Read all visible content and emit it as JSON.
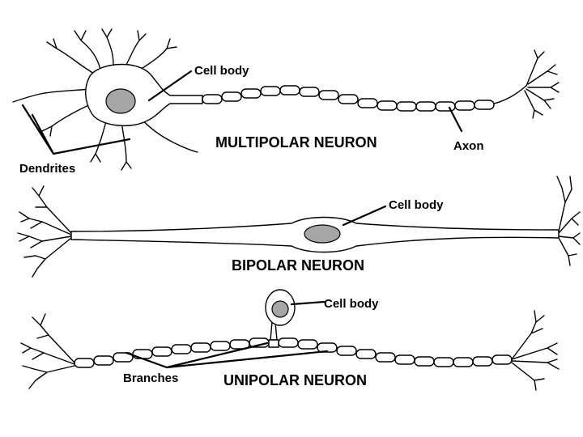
{
  "multipolar": {
    "title": "MULTIPOLAR NEURON",
    "cell_body_label": "Cell body",
    "axon_label": "Axon",
    "dendrites_label": "Dendrites"
  },
  "bipolar": {
    "title": "BIPOLAR NEURON",
    "cell_body_label": "Cell body"
  },
  "unipolar": {
    "title": "UNIPOLAR NEURON",
    "cell_body_label": "Cell body",
    "branches_label": "Branches"
  },
  "colors": {
    "nucleus": "#a6a6a6",
    "line": "#000000",
    "background": "#ffffff"
  }
}
